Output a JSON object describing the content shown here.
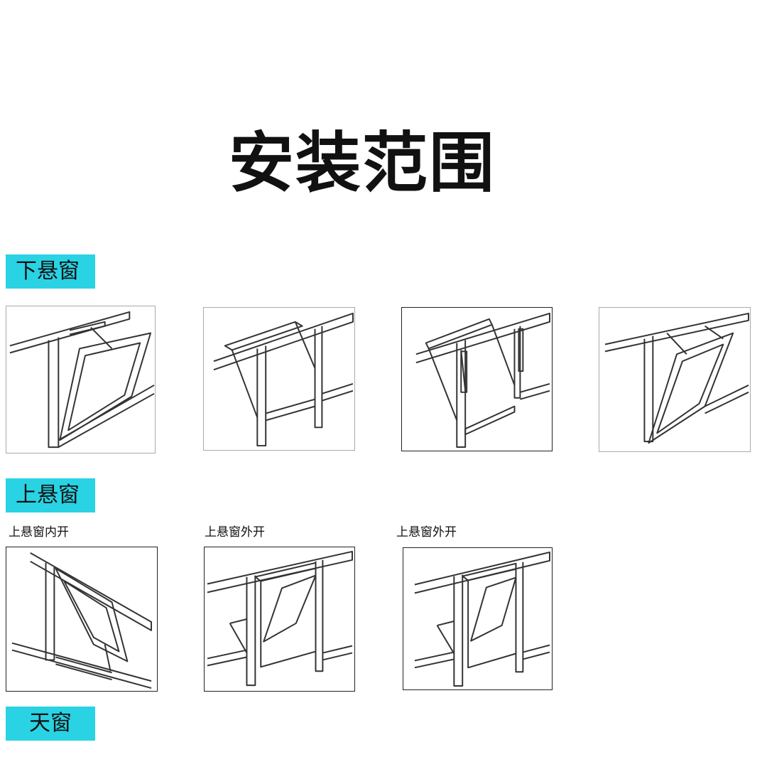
{
  "title": "安装范围",
  "sections": [
    {
      "label": "下悬窗"
    },
    {
      "label": "上悬窗",
      "captions": [
        "上悬窗内开",
        "上悬窗外开",
        "上悬窗外开"
      ]
    },
    {
      "label": "天窗"
    }
  ],
  "colors": {
    "tag": "#29d3e3",
    "line": "#333333",
    "panel_border_light": "#aaaaaa",
    "panel_border_dark": "#222222"
  }
}
